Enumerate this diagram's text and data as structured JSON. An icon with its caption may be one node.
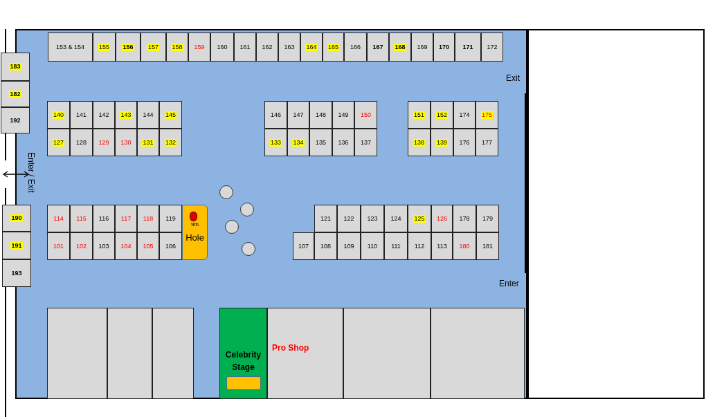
{
  "diagram": {
    "nodes": [
      {
        "text": [
          "153 & 154"
        ]
      },
      {
        "text": [
          "155"
        ]
      },
      {
        "text": [
          "156"
        ]
      },
      {
        "text": [
          "157"
        ]
      },
      {
        "text": [
          "158"
        ]
      },
      {
        "text": [
          "159"
        ]
      },
      {
        "text": [
          "160"
        ]
      },
      {
        "text": [
          "161"
        ]
      },
      {
        "text": [
          "162"
        ]
      },
      {
        "text": [
          "163"
        ]
      },
      {
        "text": [
          "164"
        ]
      },
      {
        "text": [
          "165"
        ]
      },
      {
        "text": [
          "166"
        ]
      },
      {
        "text": [
          "167"
        ]
      },
      {
        "text": [
          "168"
        ]
      },
      {
        "text": [
          "169"
        ]
      },
      {
        "text": [
          "170"
        ]
      },
      {
        "text": [
          "171"
        ]
      },
      {
        "text": [
          "172"
        ]
      },
      {
        "text": [
          "183"
        ]
      },
      {
        "text": [
          "182"
        ]
      },
      {
        "text": [
          "192"
        ]
      },
      {
        "text": [
          "140"
        ]
      },
      {
        "text": [
          "141"
        ]
      },
      {
        "text": [
          "142"
        ]
      },
      {
        "text": [
          "143"
        ]
      },
      {
        "text": [
          "144"
        ]
      },
      {
        "text": [
          "145"
        ]
      },
      {
        "text": [
          "146"
        ]
      },
      {
        "text": [
          "147"
        ]
      },
      {
        "text": [
          "148"
        ]
      },
      {
        "text": [
          "149"
        ]
      },
      {
        "text": [
          "150"
        ]
      },
      {
        "text": [
          "151"
        ]
      },
      {
        "text": [
          "152"
        ]
      },
      {
        "text": [
          "174"
        ]
      },
      {
        "text": [
          "175"
        ]
      },
      {
        "text": [
          "127"
        ]
      },
      {
        "text": [
          "128"
        ]
      },
      {
        "text": [
          "129"
        ]
      },
      {
        "text": [
          "130"
        ]
      },
      {
        "text": [
          "131"
        ]
      },
      {
        "text": [
          "132"
        ]
      },
      {
        "text": [
          "133"
        ]
      },
      {
        "text": [
          "134"
        ]
      },
      {
        "text": [
          "135"
        ]
      },
      {
        "text": [
          "136"
        ]
      },
      {
        "text": [
          "137"
        ]
      },
      {
        "text": [
          "138"
        ]
      },
      {
        "text": [
          "139"
        ]
      },
      {
        "text": [
          "176"
        ]
      },
      {
        "text": [
          "177"
        ]
      },
      {
        "text": [
          "190"
        ]
      },
      {
        "text": [
          "114"
        ]
      },
      {
        "text": [
          "115"
        ]
      },
      {
        "text": [
          "116"
        ]
      },
      {
        "text": [
          "117"
        ]
      },
      {
        "text": [
          "118"
        ]
      },
      {
        "text": [
          "119"
        ]
      },
      {
        "text": [
          "9th",
          "Hole"
        ]
      },
      {
        "text": [
          "121"
        ]
      },
      {
        "text": [
          "122"
        ]
      },
      {
        "text": [
          "123"
        ]
      },
      {
        "text": [
          "124"
        ]
      },
      {
        "text": [
          "125"
        ]
      },
      {
        "text": [
          "126"
        ]
      },
      {
        "text": [
          "178"
        ]
      },
      {
        "text": [
          "179"
        ]
      },
      {
        "text": [
          "191"
        ]
      },
      {
        "text": [
          "101"
        ]
      },
      {
        "text": [
          "102"
        ]
      },
      {
        "text": [
          "103"
        ]
      },
      {
        "text": [
          "104"
        ]
      },
      {
        "text": [
          "105"
        ]
      },
      {
        "text": [
          "106"
        ]
      },
      {
        "text": [
          "107"
        ]
      },
      {
        "text": [
          "108"
        ]
      },
      {
        "text": [
          "109"
        ]
      },
      {
        "text": [
          "110"
        ]
      },
      {
        "text": [
          "111"
        ]
      },
      {
        "text": [
          "112"
        ]
      },
      {
        "text": [
          "113"
        ]
      },
      {
        "text": [
          "180"
        ]
      },
      {
        "text": [
          "181"
        ]
      },
      {
        "text": [
          "193"
        ]
      },
      {
        "text": [],
        "shape": "box"
      },
      {
        "text": [],
        "shape": "box"
      },
      {
        "text": [],
        "shape": "box"
      },
      {
        "text": [
          "Celebrity Stage"
        ]
      },
      {
        "text": [
          "Pro Shop"
        ]
      },
      {
        "text": [],
        "shape": "box"
      },
      {
        "text": [],
        "shape": "box"
      },
      {
        "text": [],
        "shape": "box"
      },
      {
        "text": [],
        "shape": "circle"
      },
      {
        "text": [],
        "shape": "circle"
      },
      {
        "text": [],
        "shape": "circle"
      },
      {
        "text": [],
        "shape": "circle"
      }
    ],
    "edges": [],
    "labels": [
      "Exit",
      "Enter / Exit",
      "Enter"
    ]
  }
}
